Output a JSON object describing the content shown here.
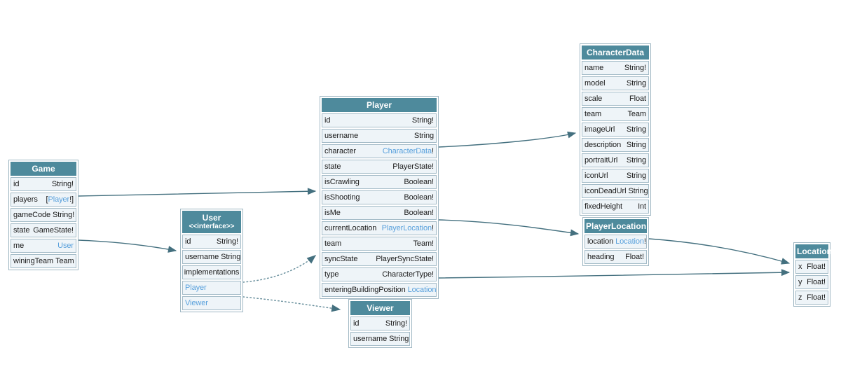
{
  "diagram": {
    "colors": {
      "header_bg": "#4e8a9c",
      "header_text": "#ffffff",
      "row_bg": "#eef4f8",
      "row_border": "#a5bcc8",
      "outer_border": "#9fb7c3",
      "link": "#58a0dc",
      "edge": "#44707f",
      "edge_dotted": "#6b919e",
      "text": "#1b1b1b"
    },
    "entities": [
      {
        "id": "game",
        "title": "Game",
        "fields": [
          {
            "name": "id",
            "type": [
              {
                "text": "String!",
                "link": false
              }
            ]
          },
          {
            "name": "players",
            "type": [
              {
                "text": "[",
                "link": false
              },
              {
                "text": "Player",
                "link": true
              },
              {
                "text": "!]",
                "link": false
              }
            ]
          },
          {
            "name": "gameCode",
            "type": [
              {
                "text": "String!",
                "link": false
              }
            ]
          },
          {
            "name": "state",
            "type": [
              {
                "text": "GameState!",
                "link": false
              }
            ]
          },
          {
            "name": "me",
            "type": [
              {
                "text": "User",
                "link": true
              }
            ]
          },
          {
            "name": "winingTeam",
            "type": [
              {
                "text": "Team",
                "link": false
              }
            ]
          }
        ]
      },
      {
        "id": "user",
        "title": "User",
        "subtitle": "<<interface>>",
        "fields": [
          {
            "name": "id",
            "type": [
              {
                "text": "String!",
                "link": false
              }
            ]
          },
          {
            "name": "username",
            "type": [
              {
                "text": "String",
                "link": false
              }
            ]
          },
          {
            "kind": "label",
            "name": "implementations"
          },
          {
            "kind": "link",
            "name": "Player"
          },
          {
            "kind": "link",
            "name": "Viewer"
          }
        ]
      },
      {
        "id": "player",
        "title": "Player",
        "fields": [
          {
            "name": "id",
            "type": [
              {
                "text": "String!",
                "link": false
              }
            ]
          },
          {
            "name": "username",
            "type": [
              {
                "text": "String",
                "link": false
              }
            ]
          },
          {
            "name": "character",
            "type": [
              {
                "text": "CharacterData",
                "link": true
              },
              {
                "text": "!",
                "link": false
              }
            ]
          },
          {
            "name": "state",
            "type": [
              {
                "text": "PlayerState!",
                "link": false
              }
            ]
          },
          {
            "name": "isCrawling",
            "type": [
              {
                "text": "Boolean!",
                "link": false
              }
            ]
          },
          {
            "name": "isShooting",
            "type": [
              {
                "text": "Boolean!",
                "link": false
              }
            ]
          },
          {
            "name": "isMe",
            "type": [
              {
                "text": "Boolean!",
                "link": false
              }
            ]
          },
          {
            "name": "currentLocation",
            "type": [
              {
                "text": "PlayerLocation",
                "link": true
              },
              {
                "text": "!",
                "link": false
              }
            ]
          },
          {
            "name": "team",
            "type": [
              {
                "text": "Team!",
                "link": false
              }
            ]
          },
          {
            "name": "syncState",
            "type": [
              {
                "text": "PlayerSyncState!",
                "link": false
              }
            ]
          },
          {
            "name": "type",
            "type": [
              {
                "text": "CharacterType!",
                "link": false
              }
            ]
          },
          {
            "name": "enteringBuildingPosition",
            "type": [
              {
                "text": "Location",
                "link": true
              }
            ]
          }
        ]
      },
      {
        "id": "viewer",
        "title": "Viewer",
        "fields": [
          {
            "name": "id",
            "type": [
              {
                "text": "String!",
                "link": false
              }
            ]
          },
          {
            "name": "username",
            "type": [
              {
                "text": "String",
                "link": false
              }
            ]
          }
        ]
      },
      {
        "id": "characterdata",
        "title": "CharacterData",
        "fields": [
          {
            "name": "name",
            "type": [
              {
                "text": "String!",
                "link": false
              }
            ]
          },
          {
            "name": "model",
            "type": [
              {
                "text": "String",
                "link": false
              }
            ]
          },
          {
            "name": "scale",
            "type": [
              {
                "text": "Float",
                "link": false
              }
            ]
          },
          {
            "name": "team",
            "type": [
              {
                "text": "Team",
                "link": false
              }
            ]
          },
          {
            "name": "imageUrl",
            "type": [
              {
                "text": "String",
                "link": false
              }
            ]
          },
          {
            "name": "description",
            "type": [
              {
                "text": "String",
                "link": false
              }
            ]
          },
          {
            "name": "portraitUrl",
            "type": [
              {
                "text": "String",
                "link": false
              }
            ]
          },
          {
            "name": "iconUrl",
            "type": [
              {
                "text": "String",
                "link": false
              }
            ]
          },
          {
            "name": "iconDeadUrl",
            "type": [
              {
                "text": "String",
                "link": false
              }
            ]
          },
          {
            "name": "fixedHeight",
            "type": [
              {
                "text": "Int",
                "link": false
              }
            ]
          }
        ]
      },
      {
        "id": "playerlocation",
        "title": "PlayerLocation",
        "fields": [
          {
            "name": "location",
            "type": [
              {
                "text": "Location",
                "link": true
              },
              {
                "text": "!",
                "link": false
              }
            ]
          },
          {
            "name": "heading",
            "type": [
              {
                "text": "Float!",
                "link": false
              }
            ]
          }
        ]
      },
      {
        "id": "location",
        "title": "Location",
        "fields": [
          {
            "name": "x",
            "type": [
              {
                "text": "Float!",
                "link": false
              }
            ]
          },
          {
            "name": "y",
            "type": [
              {
                "text": "Float!",
                "link": false
              }
            ]
          },
          {
            "name": "z",
            "type": [
              {
                "text": "Float!",
                "link": false
              }
            ]
          }
        ]
      }
    ],
    "edges": [
      {
        "from": "Game.players",
        "to": "Player",
        "style": "solid"
      },
      {
        "from": "Game.me",
        "to": "User",
        "style": "solid"
      },
      {
        "from": "Player.character",
        "to": "CharacterData",
        "style": "solid"
      },
      {
        "from": "Player.currentLocation",
        "to": "PlayerLocation",
        "style": "solid"
      },
      {
        "from": "Player.enteringBuildingPosition",
        "to": "Location",
        "style": "solid"
      },
      {
        "from": "PlayerLocation.location",
        "to": "Location",
        "style": "solid"
      },
      {
        "from": "User.Player",
        "to": "Player",
        "style": "dotted"
      },
      {
        "from": "User.Viewer",
        "to": "Viewer",
        "style": "dotted"
      }
    ]
  }
}
